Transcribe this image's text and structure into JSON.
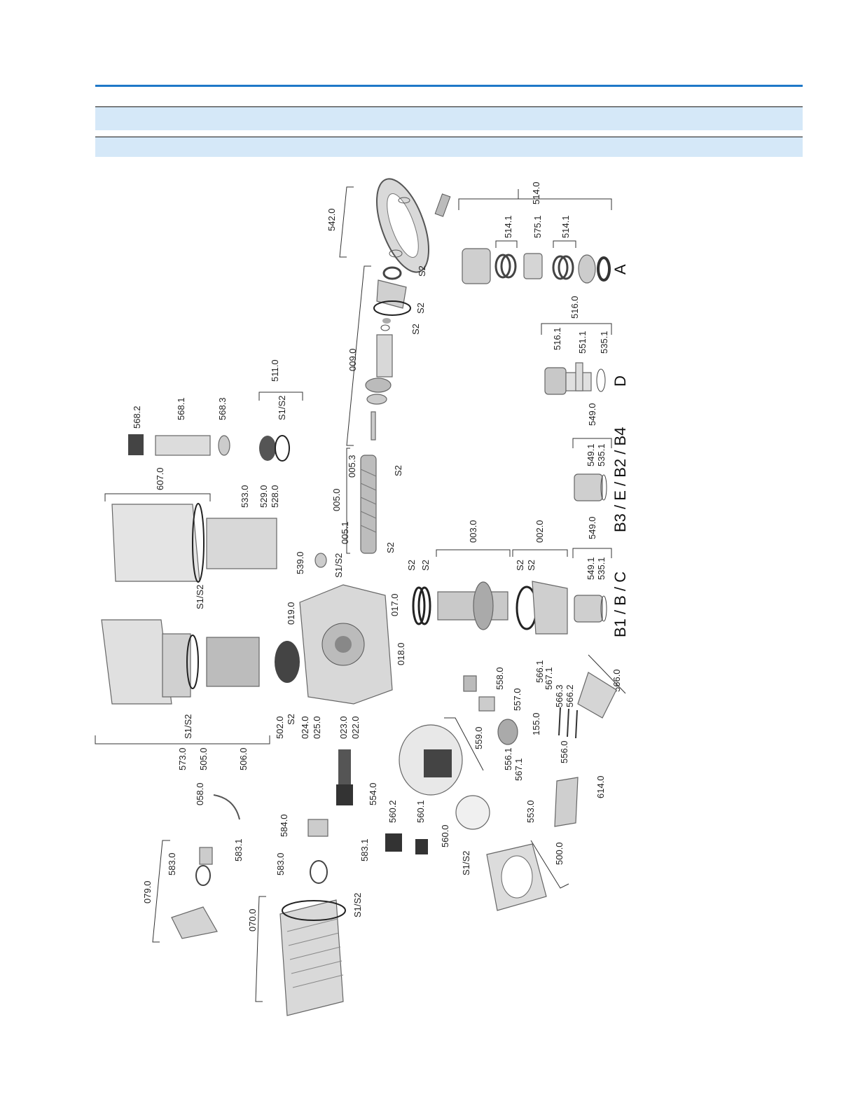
{
  "labels": [
    "542.0",
    "514.0",
    "514.1",
    "575.1",
    "514.1",
    "516.0",
    "516.1",
    "551.1",
    "535.1",
    "009.0",
    "S2",
    "S2",
    "S2",
    "511.0",
    "S1/S2",
    "568.2",
    "568.1",
    "568.3",
    "607.0",
    "533.0",
    "529.0",
    "528.0",
    "S1/S2",
    "005.0",
    "005.3",
    "005.1",
    "S2",
    "S2",
    "549.0",
    "549.1",
    "535.1",
    "549.0",
    "549.1",
    "535.1",
    "003.0",
    "002.0",
    "S2",
    "S2",
    "S2",
    "S2",
    "539.0",
    "S1/S2",
    "019.0",
    "017.0",
    "018.0",
    "573.0",
    "505.0",
    "506.0",
    "S1/S2",
    "502.0",
    "S2",
    "024.0",
    "025.0",
    "023.0",
    "022.0",
    "058.0",
    "079.0",
    "583.0",
    "583.1",
    "584.0",
    "583.0",
    "583.1",
    "070.0",
    "S1/S2",
    "554.0",
    "560.2",
    "560.1",
    "560.0",
    "559.0",
    "556.1",
    "567.1",
    "556.0",
    "553.0",
    "614.0",
    "558.0",
    "557.0",
    "155.0",
    "566.1",
    "567.1",
    "566.3",
    "566.2",
    "566.0",
    "500.0",
    "S1/S2"
  ],
  "variant_labels": [
    "A",
    "D",
    "B3 / E / B2 / B4",
    "B1 / B / C"
  ]
}
